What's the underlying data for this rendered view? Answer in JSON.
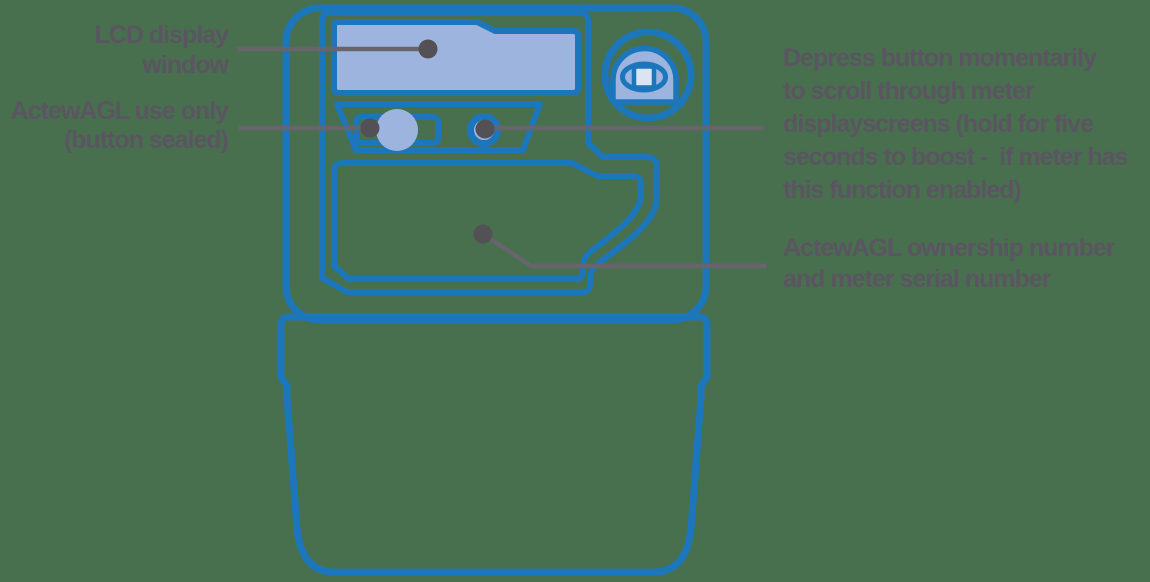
{
  "diagram": {
    "title": "Electricity meter callout diagram",
    "colors": {
      "background": "#48704f",
      "meter_outline_blue": "#1b76bc",
      "lcd_fill_lightblue": "#9db4de",
      "callout_line_gray": "#67646b",
      "callout_dot_gray": "#535056",
      "label_text": "#5a5561"
    },
    "labels": {
      "lcd": {
        "lines": [
          "LCD display",
          "window"
        ]
      },
      "actewagl_use": {
        "lines": [
          "ActewAGL use only",
          "(button sealed)"
        ]
      },
      "depress": {
        "lines": [
          "Depress button momentarily",
          "to scroll through meter",
          "displayscreens (hold for five",
          "seconds to boost -  if meter has",
          "this function enabled)"
        ]
      },
      "ownership": {
        "lines": [
          "ActewAGL ownership number",
          "and meter serial number"
        ]
      }
    }
  }
}
